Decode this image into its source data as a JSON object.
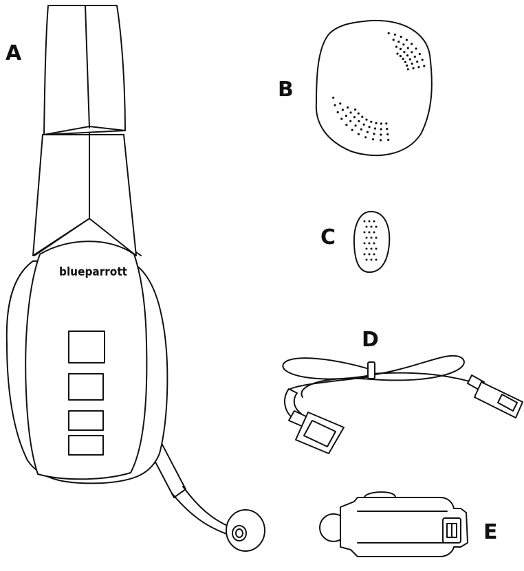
{
  "labels": {
    "a": "A",
    "b": "B",
    "c": "C",
    "d": "D",
    "e": "E"
  },
  "headset": {
    "brand": "blueparrott"
  },
  "parts": {
    "a": "headset-icon",
    "b": "ear-cushion-icon",
    "c": "microphone-windscreen-icon",
    "d": "usb-cable-icon",
    "e": "car-charger-icon"
  }
}
